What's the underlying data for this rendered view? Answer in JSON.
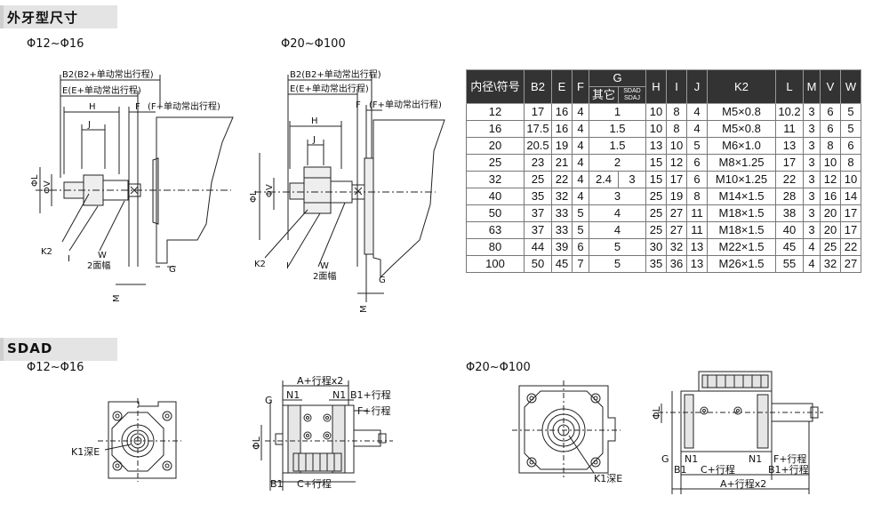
{
  "sections": {
    "thread": {
      "title": "外牙型尺寸",
      "sub_small": "Φ12~Φ16",
      "sub_large": "Φ20~Φ100"
    },
    "sdad": {
      "title": "SDAD",
      "sub_small": "Φ12~Φ16",
      "sub_large": "Φ20~Φ100"
    }
  },
  "labels": {
    "b2": "B2(B2+单动常出行程)",
    "e": "E(E+单动常出行程)",
    "f": "(F+单动常出行程)",
    "h": "H",
    "j": "J",
    "F": "F",
    "phi_l": "ΦL",
    "phi_v": "ΦV",
    "k2": "K2",
    "i": "I",
    "w": "W",
    "two_face": "2面幅",
    "g": "G",
    "m": "M",
    "a_stroke": "A+行程x2",
    "n1": "N1",
    "b1_stroke": "B1+行程",
    "f_stroke": "F+行程",
    "c_stroke": "C+行程",
    "b1": "B1",
    "k1": "K1深E"
  },
  "table": {
    "header_top": [
      "内径\\符号",
      "B2",
      "E",
      "F",
      "G",
      "H",
      "I",
      "J",
      "K2",
      "L",
      "M",
      "V",
      "W"
    ],
    "header_g_sub": [
      "其它",
      "SDAD",
      "SDAJ"
    ],
    "rows": [
      {
        "c": [
          "12",
          "17",
          "16",
          "4"
        ],
        "g": "1",
        "r": [
          "10",
          "8",
          "4",
          "M5×0.8",
          "10.2",
          "3",
          "6",
          "5"
        ]
      },
      {
        "c": [
          "16",
          "17.5",
          "16",
          "4"
        ],
        "g": "1.5",
        "r": [
          "10",
          "8",
          "4",
          "M5×0.8",
          "11",
          "3",
          "6",
          "5"
        ]
      },
      {
        "c": [
          "20",
          "20.5",
          "19",
          "4"
        ],
        "g": "1.5",
        "r": [
          "13",
          "10",
          "5",
          "M6×1.0",
          "13",
          "3",
          "8",
          "6"
        ]
      },
      {
        "c": [
          "25",
          "23",
          "21",
          "4"
        ],
        "g": "2",
        "r": [
          "15",
          "12",
          "6",
          "M8×1.25",
          "17",
          "3",
          "10",
          "8"
        ]
      },
      {
        "c": [
          "32",
          "25",
          "22",
          "4"
        ],
        "g1": "2.4",
        "g2": "3",
        "r": [
          "15",
          "17",
          "6",
          "M10×1.25",
          "22",
          "3",
          "12",
          "10"
        ]
      },
      {
        "c": [
          "40",
          "35",
          "32",
          "4"
        ],
        "g": "3",
        "r": [
          "25",
          "19",
          "8",
          "M14×1.5",
          "28",
          "3",
          "16",
          "14"
        ]
      },
      {
        "c": [
          "50",
          "37",
          "33",
          "5"
        ],
        "g": "4",
        "r": [
          "25",
          "27",
          "11",
          "M18×1.5",
          "38",
          "3",
          "20",
          "17"
        ]
      },
      {
        "c": [
          "63",
          "37",
          "33",
          "5"
        ],
        "g": "4",
        "r": [
          "25",
          "27",
          "11",
          "M18×1.5",
          "40",
          "3",
          "20",
          "17"
        ]
      },
      {
        "c": [
          "80",
          "44",
          "39",
          "6"
        ],
        "g": "5",
        "r": [
          "30",
          "32",
          "13",
          "M22×1.5",
          "45",
          "4",
          "25",
          "22"
        ]
      },
      {
        "c": [
          "100",
          "50",
          "45",
          "7"
        ],
        "g": "5",
        "r": [
          "35",
          "36",
          "13",
          "M26×1.5",
          "55",
          "4",
          "32",
          "27"
        ]
      }
    ]
  }
}
